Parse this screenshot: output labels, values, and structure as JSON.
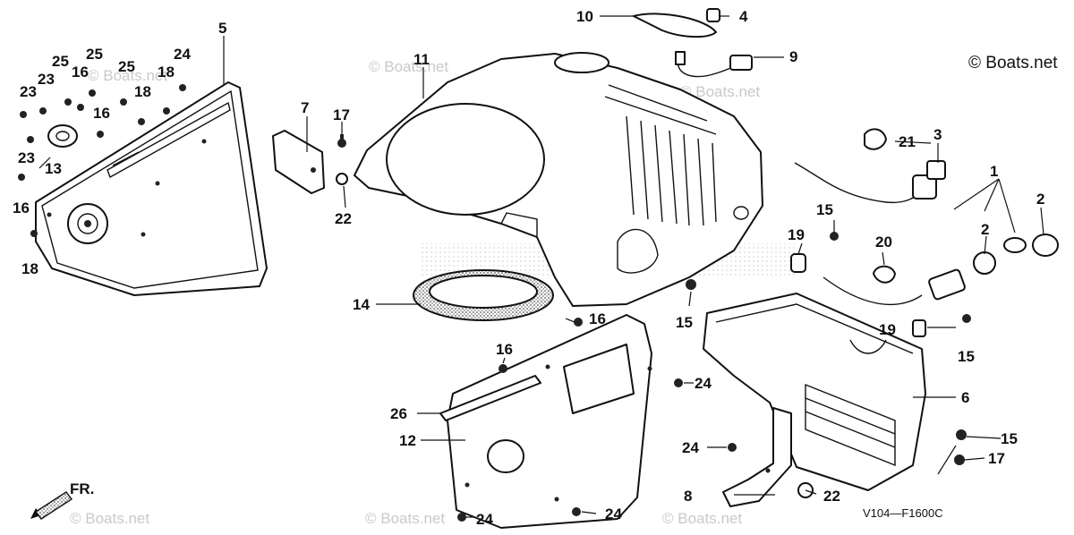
{
  "diagram": {
    "watermark_text": "© Boats.net",
    "diagram_code": "V104—F1600C",
    "direction_label": "FR.",
    "callouts": [
      {
        "id": "c1",
        "label": "1"
      },
      {
        "id": "c2a",
        "label": "2"
      },
      {
        "id": "c2b",
        "label": "2"
      },
      {
        "id": "c3",
        "label": "3"
      },
      {
        "id": "c4",
        "label": "4"
      },
      {
        "id": "c5",
        "label": "5"
      },
      {
        "id": "c6",
        "label": "6"
      },
      {
        "id": "c7",
        "label": "7"
      },
      {
        "id": "c8",
        "label": "8"
      },
      {
        "id": "c9",
        "label": "9"
      },
      {
        "id": "c10",
        "label": "10"
      },
      {
        "id": "c11",
        "label": "11"
      },
      {
        "id": "c12",
        "label": "12"
      },
      {
        "id": "c13",
        "label": "13"
      },
      {
        "id": "c14",
        "label": "14"
      },
      {
        "id": "c15a",
        "label": "15"
      },
      {
        "id": "c15b",
        "label": "15"
      },
      {
        "id": "c15c",
        "label": "15"
      },
      {
        "id": "c15d",
        "label": "15"
      },
      {
        "id": "c16a",
        "label": "16"
      },
      {
        "id": "c16b",
        "label": "16"
      },
      {
        "id": "c16c",
        "label": "16"
      },
      {
        "id": "c16d",
        "label": "16"
      },
      {
        "id": "c16e",
        "label": "16"
      },
      {
        "id": "c17a",
        "label": "17"
      },
      {
        "id": "c17b",
        "label": "17"
      },
      {
        "id": "c18a",
        "label": "18"
      },
      {
        "id": "c18b",
        "label": "18"
      },
      {
        "id": "c18c",
        "label": "18"
      },
      {
        "id": "c19a",
        "label": "19"
      },
      {
        "id": "c19b",
        "label": "19"
      },
      {
        "id": "c20",
        "label": "20"
      },
      {
        "id": "c21",
        "label": "21"
      },
      {
        "id": "c22a",
        "label": "22"
      },
      {
        "id": "c22b",
        "label": "22"
      },
      {
        "id": "c23a",
        "label": "23"
      },
      {
        "id": "c23b",
        "label": "23"
      },
      {
        "id": "c23c",
        "label": "23"
      },
      {
        "id": "c24a",
        "label": "24"
      },
      {
        "id": "c24b",
        "label": "24"
      },
      {
        "id": "c24c",
        "label": "24"
      },
      {
        "id": "c24d",
        "label": "24"
      },
      {
        "id": "c24e",
        "label": "24"
      },
      {
        "id": "c25a",
        "label": "25"
      },
      {
        "id": "c25b",
        "label": "25"
      },
      {
        "id": "c25c",
        "label": "25"
      },
      {
        "id": "c26",
        "label": "26"
      }
    ]
  }
}
